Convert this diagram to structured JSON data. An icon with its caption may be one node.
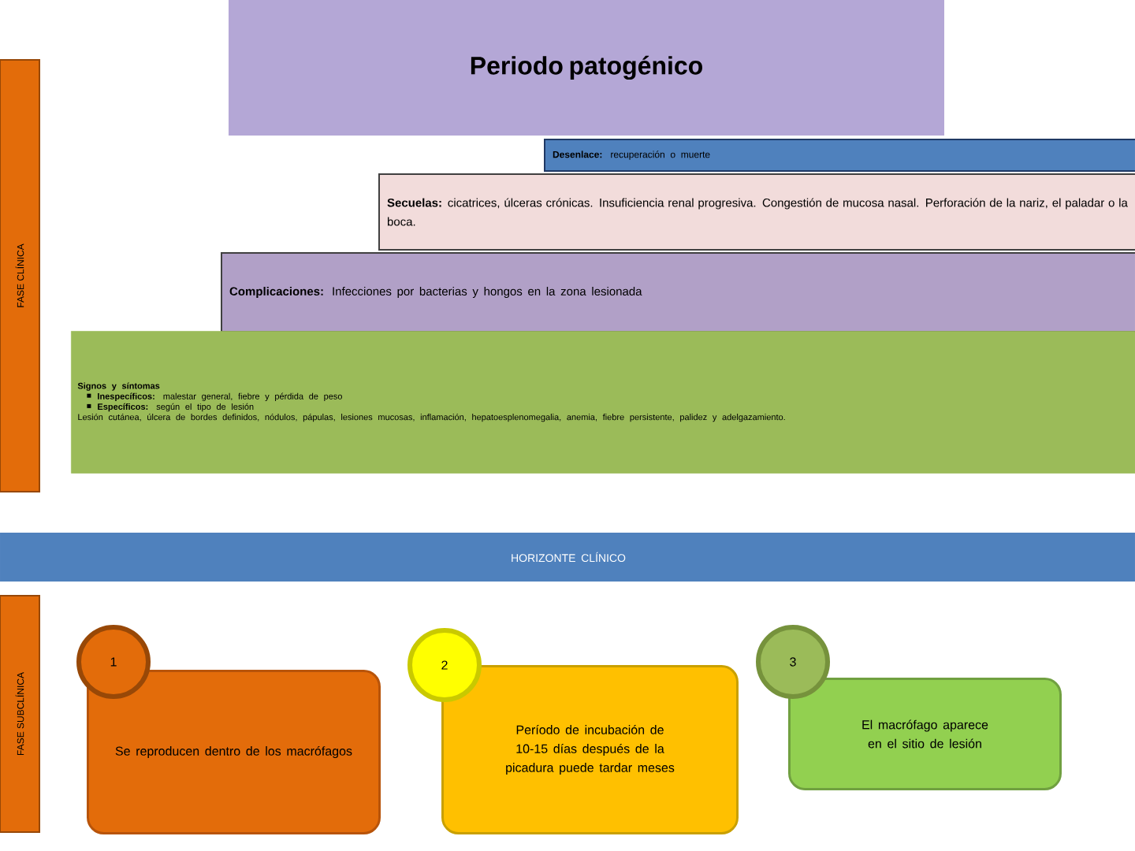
{
  "diagram": {
    "nodes": [
      {
        "text": [
          "Periodo patogénico"
        ]
      },
      {
        "text": [
          "**Desenlace:** recuperación o muerte"
        ]
      },
      {
        "text": [
          "**Secuelas:** cicatrices, úlceras crónicas. Insuficiencia renal progresiva. Congestión de mucosa nasal. Perforación de la nariz, el paladar o la boca."
        ]
      },
      {
        "text": [
          "**Complicaciones:** Infecciones por bacterias y hongos en la zona lesionada"
        ]
      },
      {
        "text": [
          "Signos y síntomas",
          "**Inespecíficos:** malestar general, fiebre y pérdida de peso",
          "**Específicos:** según el tipo de lesión",
          "Lesión cutánea, úlcera de bordes definidos, nódulos, pápulas, lesiones mucosas, inflamación, hepatoesplenomegalia, anemia, fiebre persistente, palidez y adelgazamiento."
        ]
      },
      {
        "text": [
          "FASE CLÍNICA"
        ]
      },
      {
        "text": [
          "HORIZONTE CLÍNICO"
        ]
      },
      {
        "text": [
          "FASE SUBCLÍNICA"
        ]
      },
      {
        "text": [
          "Se reproducen dentro de los macrófagos"
        ]
      },
      {
        "text": [
          "1"
        ]
      },
      {
        "text": [
          "Período de incubación de 10-15 días después de la picadura puede tardar meses"
        ]
      },
      {
        "text": [
          "2"
        ]
      },
      {
        "text": [
          "El macrófago aparece en el sitio de lesión"
        ]
      },
      {
        "text": [
          "3"
        ]
      }
    ],
    "edges": []
  }
}
